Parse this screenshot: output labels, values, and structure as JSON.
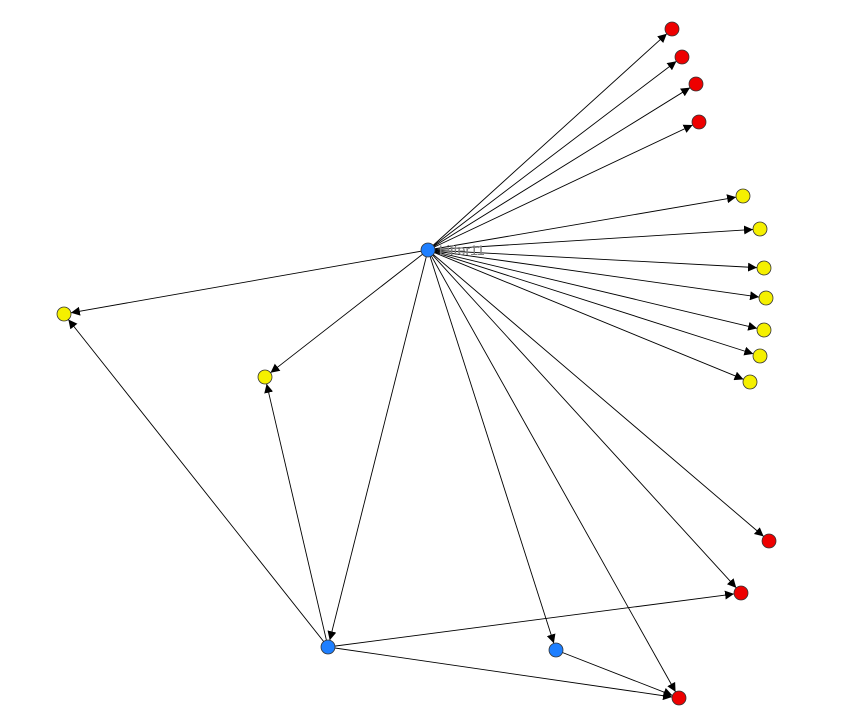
{
  "graph": {
    "center_label": "Lifter11",
    "colors": {
      "blue": "#1e7fff",
      "red": "#ee0000",
      "yellow": "#f5f000",
      "edge": "#000000",
      "label": "#808080"
    },
    "nodes": [
      {
        "id": "lifter11",
        "color": "blue",
        "label": "Lifter11"
      },
      {
        "id": "r1",
        "color": "red"
      },
      {
        "id": "r2",
        "color": "red"
      },
      {
        "id": "r3",
        "color": "red"
      },
      {
        "id": "r4",
        "color": "red"
      },
      {
        "id": "y1",
        "color": "yellow"
      },
      {
        "id": "y2",
        "color": "yellow"
      },
      {
        "id": "y3",
        "color": "yellow"
      },
      {
        "id": "y4",
        "color": "yellow"
      },
      {
        "id": "y5",
        "color": "yellow"
      },
      {
        "id": "y6",
        "color": "yellow"
      },
      {
        "id": "y7",
        "color": "yellow"
      },
      {
        "id": "r5",
        "color": "red"
      },
      {
        "id": "r6",
        "color": "red"
      },
      {
        "id": "r7",
        "color": "red"
      },
      {
        "id": "yl1",
        "color": "yellow"
      },
      {
        "id": "yl2",
        "color": "yellow"
      },
      {
        "id": "b1",
        "color": "blue"
      },
      {
        "id": "b2",
        "color": "blue"
      }
    ],
    "edges": [
      [
        "lifter11",
        "r1"
      ],
      [
        "lifter11",
        "r2"
      ],
      [
        "lifter11",
        "r3"
      ],
      [
        "lifter11",
        "r4"
      ],
      [
        "lifter11",
        "y1"
      ],
      [
        "lifter11",
        "y2"
      ],
      [
        "lifter11",
        "y3"
      ],
      [
        "lifter11",
        "y4"
      ],
      [
        "lifter11",
        "y5"
      ],
      [
        "lifter11",
        "y6"
      ],
      [
        "lifter11",
        "y7"
      ],
      [
        "lifter11",
        "r5"
      ],
      [
        "lifter11",
        "r6"
      ],
      [
        "lifter11",
        "r7"
      ],
      [
        "lifter11",
        "yl1"
      ],
      [
        "lifter11",
        "yl2"
      ],
      [
        "lifter11",
        "b1"
      ],
      [
        "lifter11",
        "b2"
      ],
      [
        "b1",
        "yl1"
      ],
      [
        "b1",
        "yl2"
      ],
      [
        "b1",
        "r6"
      ],
      [
        "b1",
        "r7"
      ],
      [
        "b2",
        "r7"
      ]
    ]
  }
}
